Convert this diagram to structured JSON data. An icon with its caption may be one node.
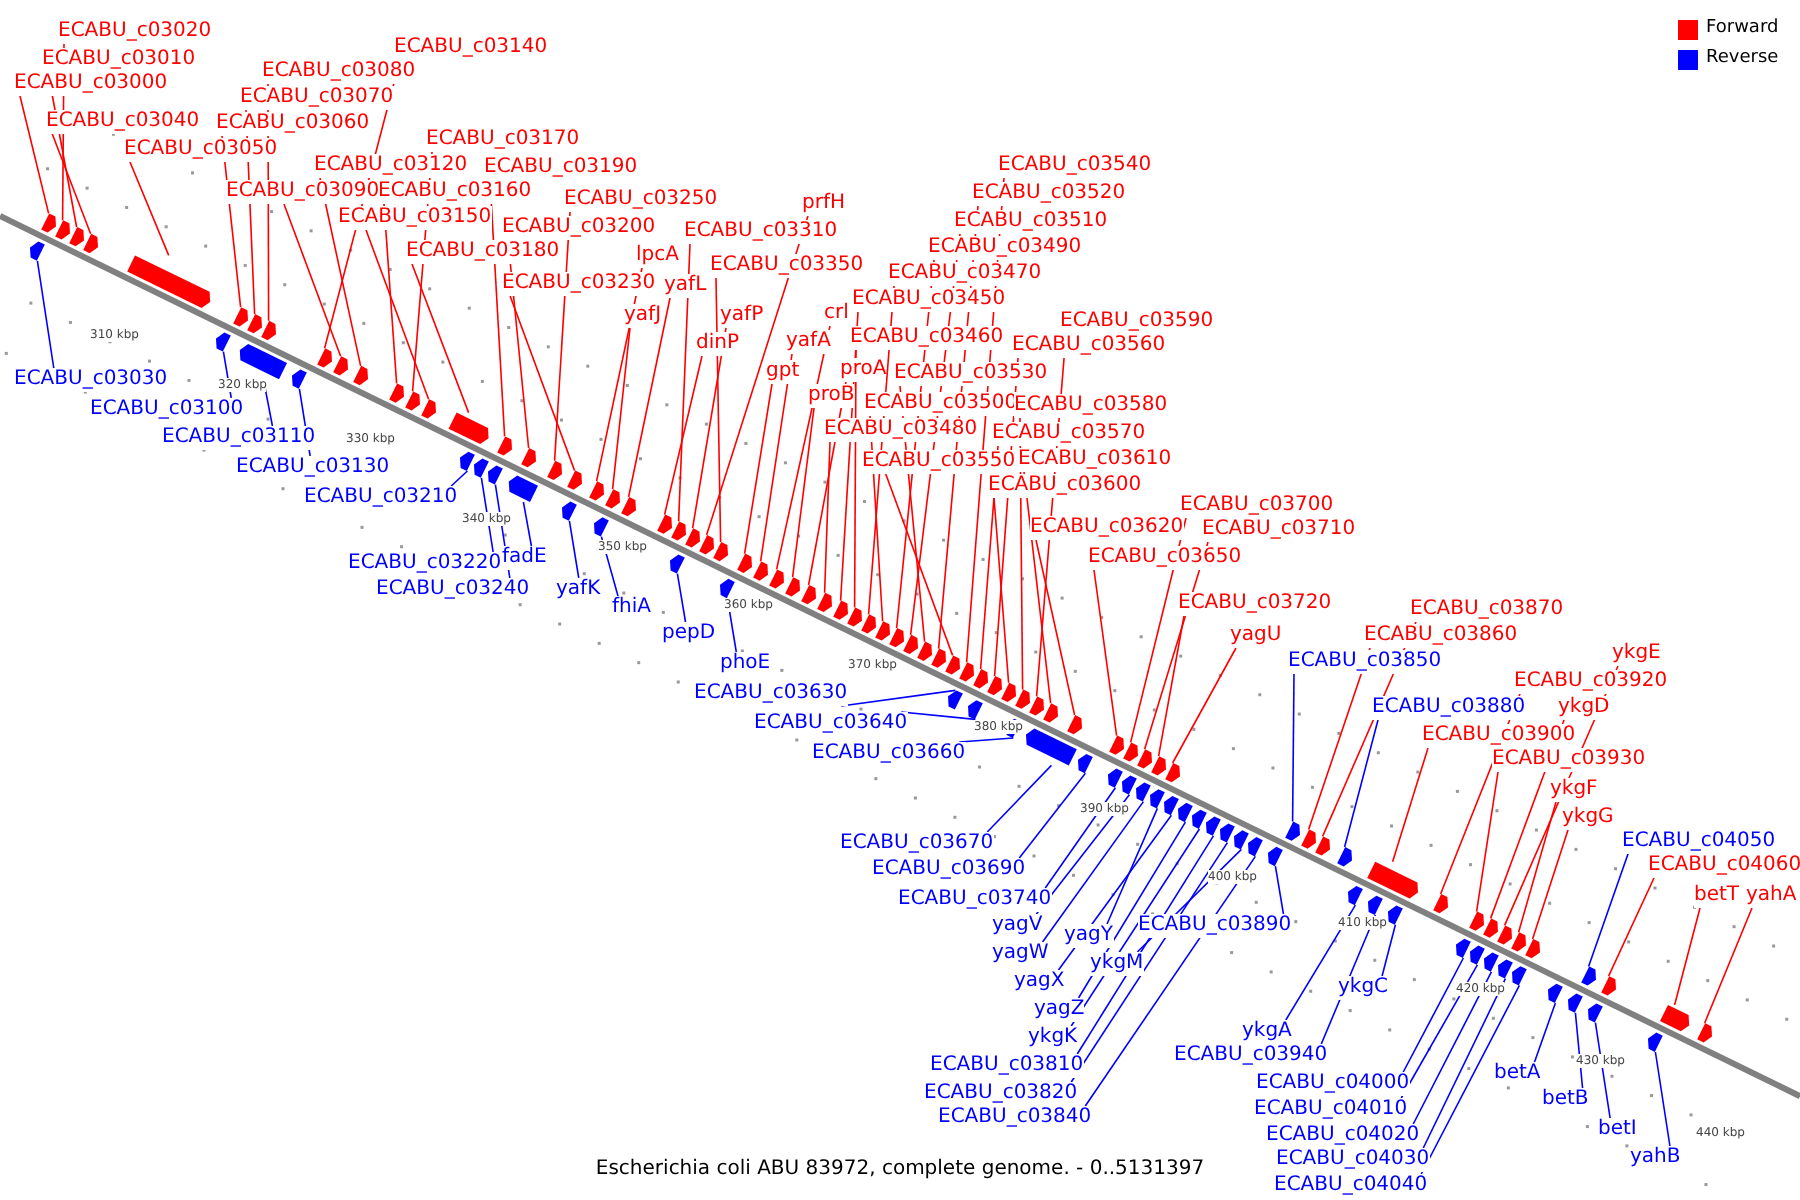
{
  "diagram": {
    "caption": "Escherichia coli ABU 83972, complete genome. - 0..5131397",
    "nodes": [
      {
        "text": [
          "ECABU_c03020"
        ]
      },
      {
        "text": [
          "ECABU_c03010"
        ]
      },
      {
        "text": [
          "ECABU_c03000"
        ]
      },
      {
        "text": [
          "ECABU_c03040"
        ]
      },
      {
        "text": [
          "ECABU_c03050"
        ]
      },
      {
        "text": [
          "ECABU_c03080"
        ]
      },
      {
        "text": [
          "ECABU_c03070"
        ]
      },
      {
        "text": [
          "ECABU_c03060"
        ]
      },
      {
        "text": [
          "ECABU_c03140"
        ]
      },
      {
        "text": [
          "ECABU_c03120"
        ]
      },
      {
        "text": [
          "ECABU_c03090"
        ]
      },
      {
        "text": [
          "ECABU_c03160"
        ]
      },
      {
        "text": [
          "ECABU_c03170"
        ]
      },
      {
        "text": [
          "ECABU_c03190"
        ]
      },
      {
        "text": [
          "ECABU_c03150"
        ]
      },
      {
        "text": [
          "ECABU_c03180"
        ]
      },
      {
        "text": [
          "ECABU_c03250"
        ]
      },
      {
        "text": [
          "ECABU_c03200"
        ]
      },
      {
        "text": [
          "ECABU_c03230"
        ]
      },
      {
        "text": [
          "prfH"
        ]
      },
      {
        "text": [
          "ECABU_c03310"
        ]
      },
      {
        "text": [
          "lpcA"
        ]
      },
      {
        "text": [
          "ECABU_c03350"
        ]
      },
      {
        "text": [
          "yafL"
        ]
      },
      {
        "text": [
          "yafJ"
        ]
      },
      {
        "text": [
          "yafP"
        ]
      },
      {
        "text": [
          "crl"
        ]
      },
      {
        "text": [
          "dinP"
        ]
      },
      {
        "text": [
          "yafA"
        ]
      },
      {
        "text": [
          "gpt"
        ]
      },
      {
        "text": [
          "proA"
        ]
      },
      {
        "text": [
          "proB"
        ]
      },
      {
        "text": [
          "ECABU_c03540"
        ]
      },
      {
        "text": [
          "ECABU_c03520"
        ]
      },
      {
        "text": [
          "ECABU_c03510"
        ]
      },
      {
        "text": [
          "ECABU_c03490"
        ]
      },
      {
        "text": [
          "ECABU_c03470"
        ]
      },
      {
        "text": [
          "ECABU_c03450"
        ]
      },
      {
        "text": [
          "ECABU_c03460"
        ]
      },
      {
        "text": [
          "ECABU_c03530"
        ]
      },
      {
        "text": [
          "ECABU_c03500"
        ]
      },
      {
        "text": [
          "ECABU_c03480"
        ]
      },
      {
        "text": [
          "ECABU_c03550"
        ]
      },
      {
        "text": [
          "ECABU_c03590"
        ]
      },
      {
        "text": [
          "ECABU_c03560"
        ]
      },
      {
        "text": [
          "ECABU_c03580"
        ]
      },
      {
        "text": [
          "ECABU_c03570"
        ]
      },
      {
        "text": [
          "ECABU_c03610"
        ]
      },
      {
        "text": [
          "ECABU_c03600"
        ]
      },
      {
        "text": [
          "ECABU_c03620"
        ]
      },
      {
        "text": [
          "ECABU_c03650"
        ]
      },
      {
        "text": [
          "ECABU_c03700"
        ]
      },
      {
        "text": [
          "ECABU_c03710"
        ]
      },
      {
        "text": [
          "ECABU_c03720"
        ]
      },
      {
        "text": [
          "yagU"
        ]
      },
      {
        "text": [
          "ECABU_c03870"
        ]
      },
      {
        "text": [
          "ECABU_c03860"
        ]
      },
      {
        "text": [
          "ykgE"
        ]
      },
      {
        "text": [
          "ECABU_c03920"
        ]
      },
      {
        "text": [
          "ykgD"
        ]
      },
      {
        "text": [
          "ECABU_c03900"
        ]
      },
      {
        "text": [
          "ECABU_c03930"
        ]
      },
      {
        "text": [
          "ykgF"
        ]
      },
      {
        "text": [
          "ykgG"
        ]
      },
      {
        "text": [
          "ECABU_c04060"
        ]
      },
      {
        "text": [
          "betT"
        ]
      },
      {
        "text": [
          "yahA"
        ]
      },
      {
        "text": [
          "ECABU_c03030"
        ]
      },
      {
        "text": [
          "ECABU_c03100"
        ]
      },
      {
        "text": [
          "ECABU_c03110"
        ]
      },
      {
        "text": [
          "ECABU_c03130"
        ]
      },
      {
        "text": [
          "ECABU_c03210"
        ]
      },
      {
        "text": [
          "ECABU_c03220"
        ]
      },
      {
        "text": [
          "fadE"
        ]
      },
      {
        "text": [
          "ECABU_c03240"
        ]
      },
      {
        "text": [
          "yafK"
        ]
      },
      {
        "text": [
          "fhiA"
        ]
      },
      {
        "text": [
          "pepD"
        ]
      },
      {
        "text": [
          "phoE"
        ]
      },
      {
        "text": [
          "ECABU_c03630"
        ]
      },
      {
        "text": [
          "ECABU_c03640"
        ]
      },
      {
        "text": [
          "ECABU_c03850"
        ]
      },
      {
        "text": [
          "ECABU_c03660"
        ]
      },
      {
        "text": [
          "ECABU_c03880"
        ]
      },
      {
        "text": [
          "ECABU_c04050"
        ]
      },
      {
        "text": [
          "ECABU_c03670"
        ]
      },
      {
        "text": [
          "ECABU_c03690"
        ]
      },
      {
        "text": [
          "ECABU_c03740"
        ]
      },
      {
        "text": [
          "ECABU_c03890"
        ]
      },
      {
        "text": [
          "yagV"
        ]
      },
      {
        "text": [
          "yagY"
        ]
      },
      {
        "text": [
          "ykgC"
        ]
      },
      {
        "text": [
          "yagW"
        ]
      },
      {
        "text": [
          "ykgM"
        ]
      },
      {
        "text": [
          "yagX"
        ]
      },
      {
        "text": [
          "yagZ"
        ]
      },
      {
        "text": [
          "ykgK"
        ]
      },
      {
        "text": [
          "ykgA"
        ]
      },
      {
        "text": [
          "ECABU_c03810"
        ]
      },
      {
        "text": [
          "ECABU_c03940"
        ]
      },
      {
        "text": [
          "ECABU_c03820"
        ]
      },
      {
        "text": [
          "betA"
        ]
      },
      {
        "text": [
          "ECABU_c04000"
        ]
      },
      {
        "text": [
          "ECABU_c03840"
        ]
      },
      {
        "text": [
          "betB"
        ]
      },
      {
        "text": [
          "ECABU_c04010"
        ]
      },
      {
        "text": [
          "betI"
        ]
      },
      {
        "text": [
          "ECABU_c04020"
        ]
      },
      {
        "text": [
          "yahB"
        ]
      },
      {
        "text": [
          "ECABU_c04030"
        ]
      },
      {
        "text": [
          "ECABU_c04040"
        ]
      },
      {
        "text": [],
        "shape": "bar"
      },
      {
        "text": [],
        "shape": "bar"
      },
      {
        "text": [],
        "shape": "bar"
      },
      {
        "text": [],
        "shape": "bar"
      },
      {
        "text": [],
        "shape": "bar"
      },
      {
        "text": [],
        "shape": "bar"
      },
      {
        "text": [],
        "shape": "bar"
      },
      {
        "text": [],
        "shape": "bar"
      },
      {
        "text": [],
        "shape": "bar"
      },
      {
        "text": [],
        "shape": "bar"
      },
      {
        "text": [],
        "shape": "bar"
      },
      {
        "text": [],
        "shape": "bar"
      },
      {
        "text": [],
        "shape": "bar"
      },
      {
        "text": [],
        "shape": "bar"
      },
      {
        "text": [],
        "shape": "bar"
      },
      {
        "text": [],
        "shape": "bar"
      },
      {
        "text": [],
        "shape": "bar"
      },
      {
        "text": [],
        "shape": "bar"
      },
      {
        "text": [],
        "shape": "bar"
      },
      {
        "text": [],
        "shape": "bar"
      },
      {
        "text": [],
        "shape": "bar"
      },
      {
        "text": [],
        "shape": "bar"
      },
      {
        "text": [],
        "shape": "bar"
      },
      {
        "text": [],
        "shape": "bar"
      },
      {
        "text": [],
        "shape": "bar"
      },
      {
        "text": [],
        "shape": "bar"
      },
      {
        "text": [],
        "shape": "bar"
      },
      {
        "text": [],
        "shape": "bar"
      },
      {
        "text": [],
        "shape": "bar"
      },
      {
        "text": [],
        "shape": "bar"
      },
      {
        "text": [],
        "shape": "bar"
      },
      {
        "text": [],
        "shape": "bar"
      },
      {
        "text": [],
        "shape": "bar"
      },
      {
        "text": [],
        "shape": "bar"
      },
      {
        "text": [],
        "shape": "bar"
      },
      {
        "text": [],
        "shape": "bar"
      },
      {
        "text": [],
        "shape": "bar"
      },
      {
        "text": [],
        "shape": "bar"
      },
      {
        "text": [],
        "shape": "bar"
      },
      {
        "text": [],
        "shape": "bar"
      },
      {
        "text": [],
        "shape": "bar"
      },
      {
        "text": [],
        "shape": "bar"
      },
      {
        "text": [],
        "shape": "bar"
      },
      {
        "text": [],
        "shape": "bar"
      },
      {
        "text": [],
        "shape": "bar"
      },
      {
        "text": [],
        "shape": "bar"
      },
      {
        "text": [],
        "shape": "bar"
      },
      {
        "text": [],
        "shape": "bar"
      },
      {
        "text": [],
        "shape": "bar"
      },
      {
        "text": [],
        "shape": "bar"
      },
      {
        "text": [],
        "shape": "bar"
      },
      {
        "text": [],
        "shape": "bar"
      },
      {
        "text": [],
        "shape": "bar"
      },
      {
        "text": [],
        "shape": "bar"
      },
      {
        "text": [],
        "shape": "bar"
      },
      {
        "text": [],
        "shape": "bar"
      },
      {
        "text": [],
        "shape": "bar"
      },
      {
        "text": [],
        "shape": "bar"
      },
      {
        "text": [],
        "shape": "bar"
      },
      {
        "text": [],
        "shape": "bar"
      },
      {
        "text": [],
        "shape": "bar"
      },
      {
        "text": [],
        "shape": "bar"
      },
      {
        "text": [],
        "shape": "bar"
      },
      {
        "text": [],
        "shape": "bar"
      },
      {
        "text": [],
        "shape": "bar"
      },
      {
        "text": [],
        "shape": "bar"
      },
      {
        "text": [],
        "shape": "bar"
      },
      {
        "text": [],
        "shape": "bar"
      },
      {
        "text": [],
        "shape": "bar"
      },
      {
        "text": [],
        "shape": "bar"
      },
      {
        "text": [],
        "shape": "bar"
      },
      {
        "text": [],
        "shape": "bar"
      },
      {
        "text": [],
        "shape": "bar"
      },
      {
        "text": [],
        "shape": "bar"
      },
      {
        "text": [],
        "shape": "bar"
      },
      {
        "text": [],
        "shape": "bar"
      },
      {
        "text": [],
        "shape": "bar"
      },
      {
        "text": [],
        "shape": "bar"
      },
      {
        "text": [],
        "shape": "bar"
      },
      {
        "text": [],
        "shape": "bar"
      },
      {
        "text": [],
        "shape": "bar"
      },
      {
        "text": [],
        "shape": "bar"
      },
      {
        "text": [],
        "shape": "bar"
      },
      {
        "text": [],
        "shape": "bar"
      },
      {
        "text": [],
        "shape": "bar"
      },
      {
        "text": [],
        "shape": "bar"
      },
      {
        "text": [],
        "shape": "bar"
      },
      {
        "text": [],
        "shape": "bar"
      },
      {
        "text": [],
        "shape": "bar"
      },
      {
        "text": [],
        "shape": "bar"
      },
      {
        "text": [],
        "shape": "bar"
      },
      {
        "text": [],
        "shape": "bar"
      },
      {
        "text": [],
        "shape": "bar"
      },
      {
        "text": [],
        "shape": "bar"
      },
      {
        "text": [],
        "shape": "bar"
      },
      {
        "text": [],
        "shape": "bar"
      },
      {
        "text": [],
        "shape": "bar"
      },
      {
        "text": [],
        "shape": "bar"
      },
      {
        "text": [],
        "shape": "bar"
      },
      {
        "text": [],
        "shape": "bar"
      },
      {
        "text": [],
        "shape": "bar"
      },
      {
        "text": [],
        "shape": "bar"
      },
      {
        "text": [],
        "shape": "bar"
      },
      {
        "text": [],
        "shape": "bar"
      },
      {
        "text": [],
        "shape": "bar"
      },
      {
        "text": [],
        "shape": "bar"
      },
      {
        "text": [],
        "shape": "bar"
      },
      {
        "text": [],
        "shape": "bar"
      },
      {
        "text": [],
        "shape": "bar"
      },
      {
        "text": [],
        "shape": "bar"
      },
      {
        "text": [],
        "shape": "bar"
      }
    ],
    "edges": [
      {
        "from": 0,
        "to": 111,
        "arrow": "none"
      },
      {
        "from": 1,
        "to": 112,
        "arrow": "none"
      },
      {
        "from": 2,
        "to": 113,
        "arrow": "none"
      },
      {
        "from": 3,
        "to": 114,
        "arrow": "none"
      },
      {
        "from": 4,
        "to": 115,
        "arrow": "none"
      },
      {
        "from": 5,
        "to": 116,
        "arrow": "none"
      },
      {
        "from": 6,
        "to": 117,
        "arrow": "none"
      },
      {
        "from": 7,
        "to": 118,
        "arrow": "none"
      },
      {
        "from": 8,
        "to": 119,
        "arrow": "none"
      },
      {
        "from": 9,
        "to": 120,
        "arrow": "none"
      },
      {
        "from": 10,
        "to": 121,
        "arrow": "none"
      },
      {
        "from": 11,
        "to": 122,
        "arrow": "none"
      },
      {
        "from": 12,
        "to": 123,
        "arrow": "none"
      },
      {
        "from": 13,
        "to": 124,
        "arrow": "none"
      },
      {
        "from": 14,
        "to": 125,
        "arrow": "none"
      },
      {
        "from": 15,
        "to": 126,
        "arrow": "none"
      },
      {
        "from": 16,
        "to": 127,
        "arrow": "none"
      },
      {
        "from": 17,
        "to": 128,
        "arrow": "none"
      },
      {
        "from": 18,
        "to": 129,
        "arrow": "none"
      },
      {
        "from": 19,
        "to": 130,
        "arrow": "none"
      },
      {
        "from": 20,
        "to": 131,
        "arrow": "none"
      },
      {
        "from": 21,
        "to": 132,
        "arrow": "none"
      },
      {
        "from": 22,
        "to": 133,
        "arrow": "none"
      },
      {
        "from": 23,
        "to": 134,
        "arrow": "none"
      },
      {
        "from": 24,
        "to": 135,
        "arrow": "none"
      },
      {
        "from": 25,
        "to": 136,
        "arrow": "none"
      },
      {
        "from": 26,
        "to": 137,
        "arrow": "none"
      },
      {
        "from": 27,
        "to": 138,
        "arrow": "none"
      },
      {
        "from": 28,
        "to": 139,
        "arrow": "none"
      },
      {
        "from": 29,
        "to": 140,
        "arrow": "none"
      },
      {
        "from": 30,
        "to": 141,
        "arrow": "none"
      },
      {
        "from": 31,
        "to": 142,
        "arrow": "none"
      },
      {
        "from": 32,
        "to": 143,
        "arrow": "none"
      },
      {
        "from": 33,
        "to": 144,
        "arrow": "none"
      },
      {
        "from": 34,
        "to": 145,
        "arrow": "none"
      },
      {
        "from": 35,
        "to": 146,
        "arrow": "none"
      },
      {
        "from": 36,
        "to": 147,
        "arrow": "none"
      },
      {
        "from": 37,
        "to": 148,
        "arrow": "none"
      },
      {
        "from": 38,
        "to": 149,
        "arrow": "none"
      },
      {
        "from": 39,
        "to": 150,
        "arrow": "none"
      },
      {
        "from": 40,
        "to": 151,
        "arrow": "none"
      },
      {
        "from": 41,
        "to": 152,
        "arrow": "none"
      },
      {
        "from": 42,
        "to": 153,
        "arrow": "none"
      },
      {
        "from": 43,
        "to": 154,
        "arrow": "none"
      },
      {
        "from": 44,
        "to": 155,
        "arrow": "none"
      },
      {
        "from": 45,
        "to": 156,
        "arrow": "none"
      },
      {
        "from": 46,
        "to": 157,
        "arrow": "none"
      },
      {
        "from": 47,
        "to": 158,
        "arrow": "none"
      },
      {
        "from": 48,
        "to": 159,
        "arrow": "none"
      },
      {
        "from": 49,
        "to": 160,
        "arrow": "none"
      },
      {
        "from": 50,
        "to": 161,
        "arrow": "none"
      },
      {
        "from": 51,
        "to": 162,
        "arrow": "none"
      },
      {
        "from": 52,
        "to": 163,
        "arrow": "none"
      },
      {
        "from": 53,
        "to": 164,
        "arrow": "none"
      },
      {
        "from": 54,
        "to": 165,
        "arrow": "none"
      },
      {
        "from": 55,
        "to": 166,
        "arrow": "none"
      },
      {
        "from": 56,
        "to": 167,
        "arrow": "none"
      },
      {
        "from": 57,
        "to": 168,
        "arrow": "none"
      },
      {
        "from": 58,
        "to": 169,
        "arrow": "none"
      },
      {
        "from": 59,
        "to": 170,
        "arrow": "none"
      },
      {
        "from": 60,
        "to": 171,
        "arrow": "none"
      },
      {
        "from": 61,
        "to": 172,
        "arrow": "none"
      },
      {
        "from": 62,
        "to": 173,
        "arrow": "none"
      },
      {
        "from": 63,
        "to": 174,
        "arrow": "none"
      },
      {
        "from": 64,
        "to": 175,
        "arrow": "none"
      },
      {
        "from": 65,
        "to": 176,
        "arrow": "none"
      },
      {
        "from": 66,
        "to": 177,
        "arrow": "none"
      },
      {
        "from": 67,
        "to": 178,
        "arrow": "none",
        "color": "#0000ff"
      },
      {
        "from": 68,
        "to": 179,
        "arrow": "none",
        "color": "#0000ff"
      },
      {
        "from": 69,
        "to": 180,
        "arrow": "none",
        "color": "#0000ff"
      },
      {
        "from": 70,
        "to": 181,
        "arrow": "none",
        "color": "#0000ff"
      },
      {
        "from": 71,
        "to": 182,
        "arrow": "none",
        "color": "#0000ff"
      },
      {
        "from": 72,
        "to": 183,
        "arrow": "none",
        "color": "#0000ff"
      },
      {
        "from": 73,
        "to": 184,
        "arrow": "none",
        "color": "#0000ff"
      },
      {
        "from": 74,
        "to": 185,
        "arrow": "none",
        "color": "#0000ff"
      },
      {
        "from": 75,
        "to": 186,
        "arrow": "none",
        "color": "#0000ff"
      },
      {
        "from": 76,
        "to": 187,
        "arrow": "none",
        "color": "#0000ff"
      },
      {
        "from": 77,
        "to": 188,
        "arrow": "none",
        "color": "#0000ff"
      },
      {
        "from": 78,
        "to": 189,
        "arrow": "none",
        "color": "#0000ff"
      },
      {
        "from": 79,
        "to": 190,
        "arrow": "none",
        "color": "#0000ff"
      },
      {
        "from": 80,
        "to": 191,
        "arrow": "none",
        "color": "#0000ff"
      },
      {
        "from": 81,
        "to": 192,
        "arrow": "none",
        "color": "#0000ff"
      },
      {
        "from": 82,
        "to": 193,
        "arrow": "none",
        "color": "#0000ff"
      },
      {
        "from": 83,
        "to": 194,
        "arrow": "none",
        "color": "#0000ff"
      },
      {
        "from": 84,
        "to": 195,
        "arrow": "none",
        "color": "#0000ff"
      },
      {
        "from": 85,
        "to": 196,
        "arrow": "none",
        "color": "#0000ff"
      },
      {
        "from": 86,
        "to": 197,
        "arrow": "none",
        "color": "#0000ff"
      },
      {
        "from": 87,
        "to": 198,
        "arrow": "none",
        "color": "#0000ff"
      },
      {
        "from": 88,
        "to": 199,
        "arrow": "none",
        "color": "#0000ff"
      },
      {
        "from": 89,
        "to": 200,
        "arrow": "none",
        "color": "#0000ff"
      },
      {
        "from": 90,
        "to": 201,
        "arrow": "none",
        "color": "#0000ff"
      },
      {
        "from": 91,
        "to": 202,
        "arrow": "none",
        "color": "#0000ff"
      },
      {
        "from": 92,
        "to": 203,
        "arrow": "none",
        "color": "#0000ff"
      },
      {
        "from": 93,
        "to": 204,
        "arrow": "none",
        "color": "#0000ff"
      },
      {
        "from": 94,
        "to": 205,
        "arrow": "none",
        "color": "#0000ff"
      },
      {
        "from": 95,
        "to": 206,
        "arrow": "none",
        "color": "#0000ff"
      },
      {
        "from": 96,
        "to": 207,
        "arrow": "none",
        "color": "#0000ff"
      },
      {
        "from": 97,
        "to": 208,
        "arrow": "none",
        "color": "#0000ff"
      },
      {
        "from": 98,
        "to": 209,
        "arrow": "none",
        "color": "#0000ff"
      },
      {
        "from": 99,
        "to": 210,
        "arrow": "none",
        "color": "#0000ff"
      },
      {
        "from": 100,
        "to": 211,
        "arrow": "none",
        "color": "#0000ff"
      },
      {
        "from": 101,
        "to": 212,
        "arrow": "none",
        "color": "#0000ff"
      },
      {
        "from": 102,
        "to": 213,
        "arrow": "none",
        "color": "#0000ff"
      },
      {
        "from": 103,
        "to": 214,
        "arrow": "none",
        "color": "#0000ff"
      },
      {
        "from": 104,
        "to": 215,
        "arrow": "none",
        "color": "#0000ff"
      },
      {
        "from": 105,
        "to": 216,
        "arrow": "none",
        "color": "#0000ff"
      },
      {
        "from": 106,
        "to": 217,
        "arrow": "none",
        "color": "#0000ff"
      },
      {
        "from": 107,
        "to": 218,
        "arrow": "none",
        "color": "#0000ff"
      },
      {
        "from": 108,
        "to": 219,
        "arrow": "none",
        "color": "#0000ff"
      },
      {
        "from": 109,
        "to": 220,
        "arrow": "none",
        "color": "#0000ff"
      },
      {
        "from": 110,
        "to": 221,
        "arrow": "none",
        "color": "#0000ff"
      }
    ],
    "labels": [
      "310 kbp",
      "320 kbp",
      "330 kbp",
      "340 kbp",
      "350 kbp",
      "360 kbp",
      "370 kbp",
      "380 kbp",
      "390 kbp",
      "400 kbp",
      "410 kbp",
      "420 kbp",
      "430 kbp",
      "440 kbp"
    ],
    "legend": [
      {
        "text": "Forward",
        "color": "#ff0000"
      },
      {
        "text": "Reverse",
        "color": "#0000ff"
      }
    ]
  }
}
